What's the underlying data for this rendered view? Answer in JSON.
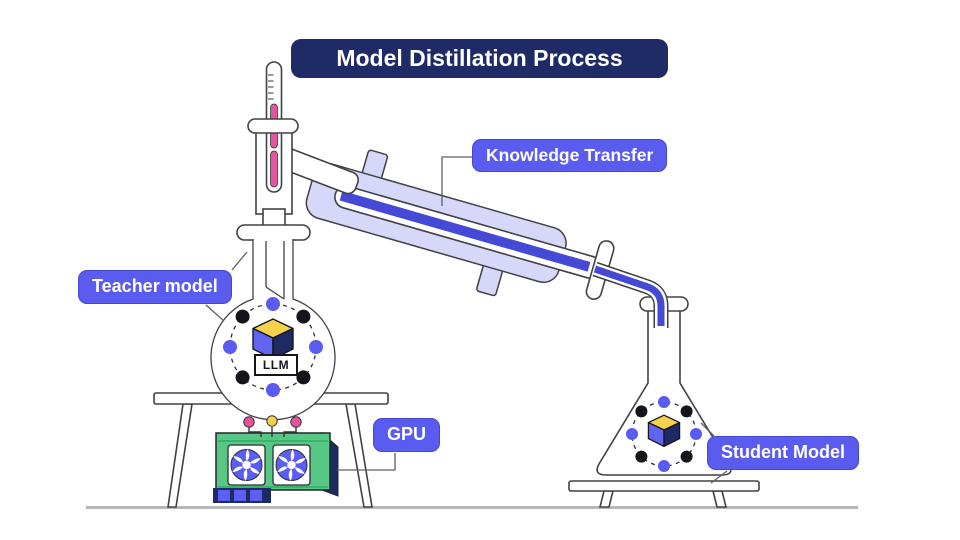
{
  "title": "Model Distillation Process",
  "labels": {
    "knowledge_transfer": "Knowledge Transfer",
    "teacher_model": "Teacher model",
    "gpu": "GPU",
    "student_model": "Student Model",
    "llm": "LLM"
  },
  "colors": {
    "title_bg": "#1e2b66",
    "label_bg": "#5a5cf0",
    "condenser_jacket": "#d6d7f9",
    "stream_blue": "#4549d6",
    "cube_top": "#f6d14b",
    "cube_left": "#6064f0",
    "cube_dark": "#1e2a63",
    "gpu_green": "#58c784",
    "gpu_green_line": "#2fae68",
    "fan_purple": "#5b5ef5",
    "thermometer_pink": "#e0579f",
    "indicator_pink": "#e8519c",
    "indicator_yellow": "#f6cf4b",
    "outline": "#3f4147",
    "ground": "#b7b7b7"
  },
  "icons": [
    "thermometer-icon",
    "round-flask-icon",
    "condenser-icon",
    "erlenmeyer-flask-icon",
    "gpu-icon",
    "fan-icon",
    "llm-cube-icon",
    "particle-dot",
    "joint-collar"
  ]
}
